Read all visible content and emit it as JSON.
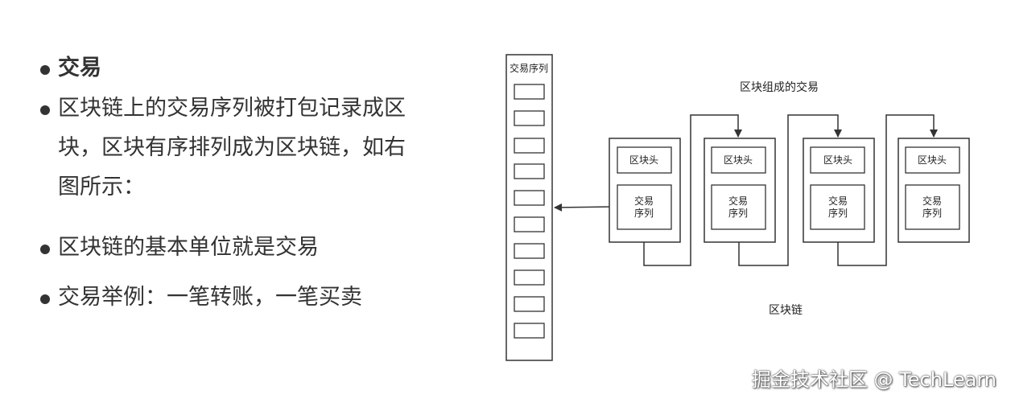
{
  "bullets": {
    "b1": "交易",
    "b2_line1": "区块链上的交易序列被打包记录成区",
    "b2_line2": "块，区块有序排列成为区块链，如右",
    "b2_line3": "图所示：",
    "b3": "区块链的基本单位就是交易",
    "b4": "交易举例：一笔转账，一笔买卖"
  },
  "diagram": {
    "tx_sequence_label": "交易序列",
    "title": "区块组成的交易",
    "chain_label": "区块链",
    "blocks": [
      {
        "header": "区块头",
        "body_line1": "交易",
        "body_line2": "序列"
      },
      {
        "header": "区块头",
        "body_line1": "交易",
        "body_line2": "序列"
      },
      {
        "header": "区块头",
        "body_line1": "交易",
        "body_line2": "序列"
      },
      {
        "header": "区块头",
        "body_line1": "交易",
        "body_line2": "序列"
      }
    ]
  },
  "watermark": "掘金技术社区 @ TechLearn"
}
